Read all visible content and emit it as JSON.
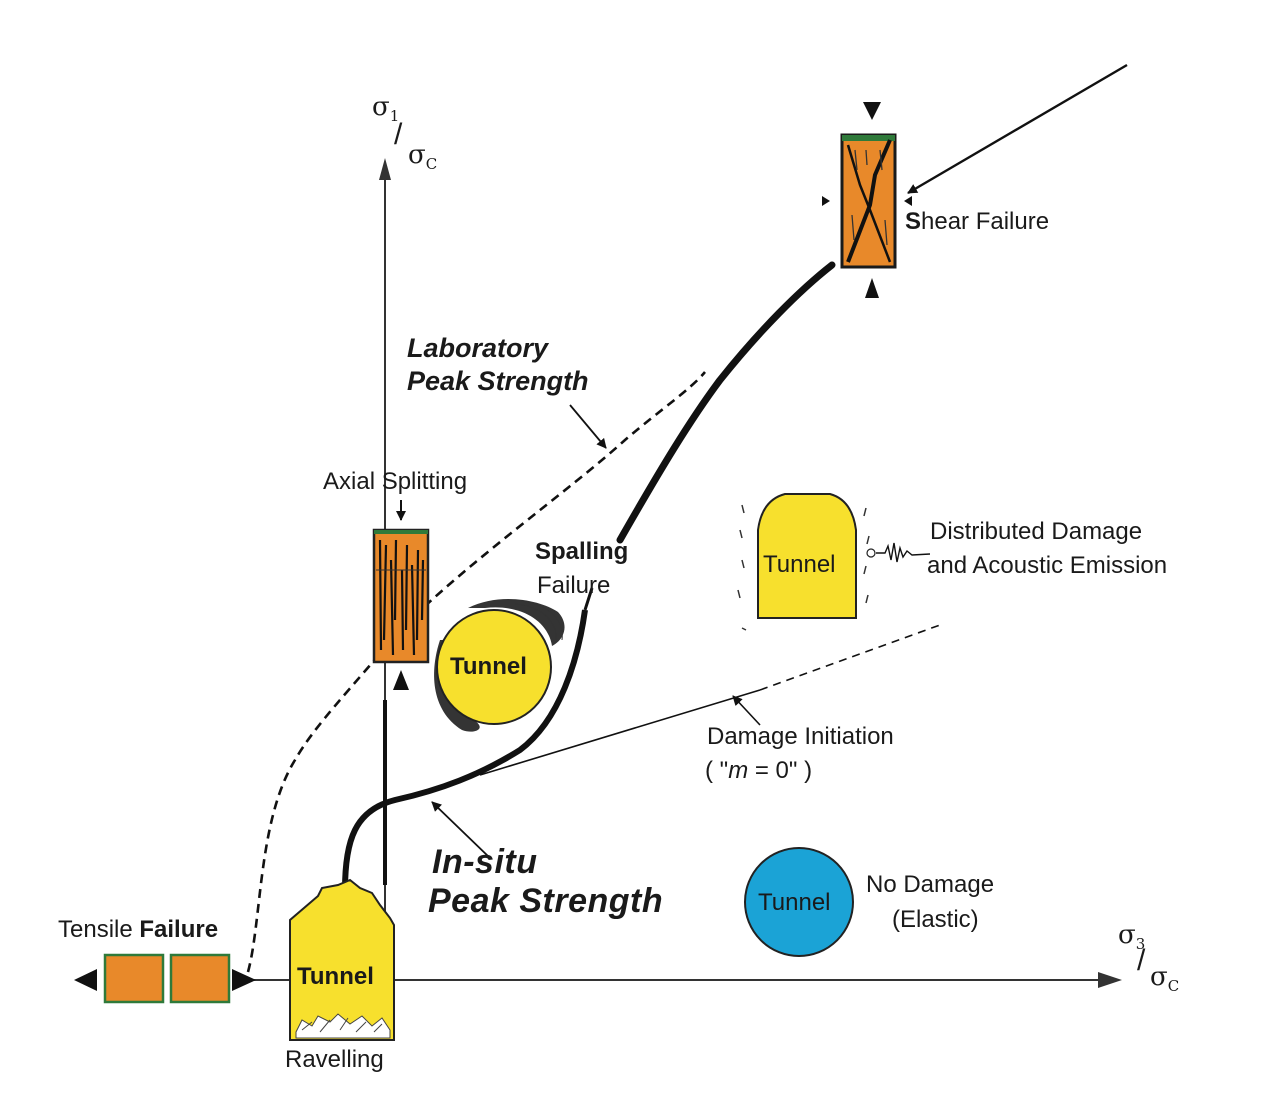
{
  "axes": {
    "y_num": "σ",
    "y_num_sub": "1",
    "y_den": "σ",
    "y_den_sub": "C",
    "x_num": "σ",
    "x_num_sub": "3",
    "x_den": "σ",
    "x_den_sub": "C"
  },
  "labels": {
    "shear_initial": "S",
    "shear_rest": "hear Failure",
    "lab_line1": "Laboratory",
    "lab_line2": "Peak Strength",
    "axial_splitting": "Axial Splitting",
    "spalling_bold": "Spalling",
    "spalling_failure": "Failure",
    "distributed_line1": "Distributed Damage",
    "distributed_line2": "and Acoustic Emission",
    "damage_initiation": "Damage Initiation",
    "m_zero_open": "( \"",
    "m_zero_m": "m",
    "m_zero_close": " = 0\" )",
    "insitu_line1": "In-situ",
    "insitu_line2": "Peak Strength",
    "no_damage": "No  Damage",
    "elastic": "(Elastic)",
    "tensile": "Tensile ",
    "tensile_failure": "Failure",
    "ravelling": "Ravelling"
  },
  "tunnels": {
    "spalling": "Tunnel",
    "distributed": "Tunnel",
    "no_damage": "Tunnel",
    "ravelling": "Tunnel"
  },
  "colors": {
    "tunnel_yellow": "#f7e02d",
    "tunnel_blue": "#1ba3d6",
    "rock_orange": "#e8892a",
    "specimen_border": "#2f7a3a",
    "line": "#111111"
  }
}
